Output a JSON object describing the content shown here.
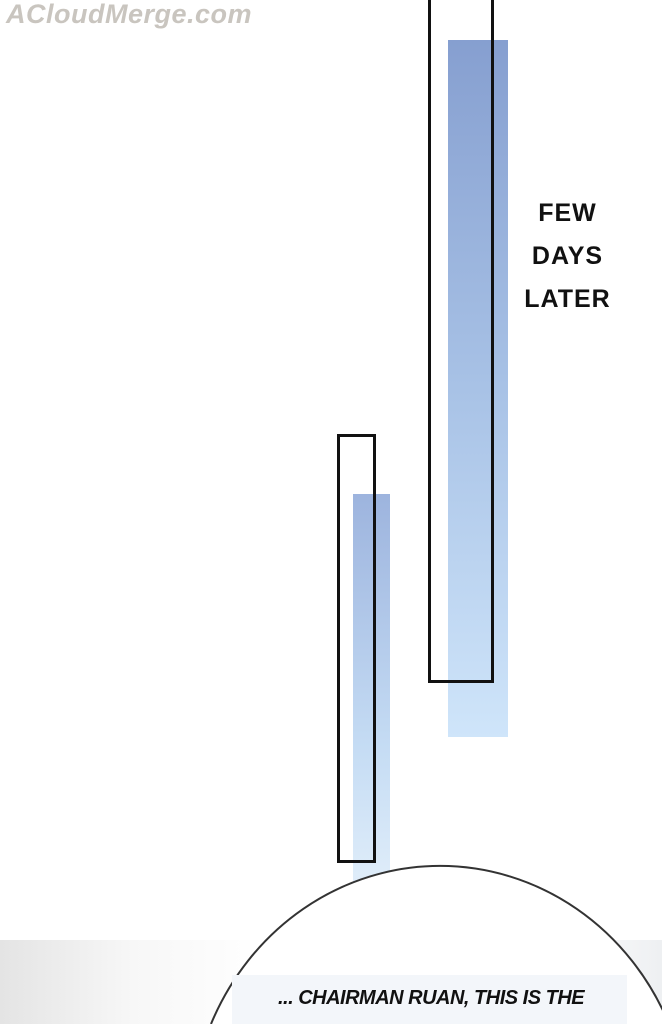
{
  "watermark": "ACloudMerge.com",
  "caption": {
    "lines": [
      "FEW",
      "DAYS",
      "LATER"
    ]
  },
  "speech_bubble": {
    "text": "... CHAIRMAN RUAN, THIS IS THE"
  },
  "colors": {
    "bar_top": "#869fd0",
    "bar_bottom": "#cfe5fa",
    "frame": "#111111"
  }
}
